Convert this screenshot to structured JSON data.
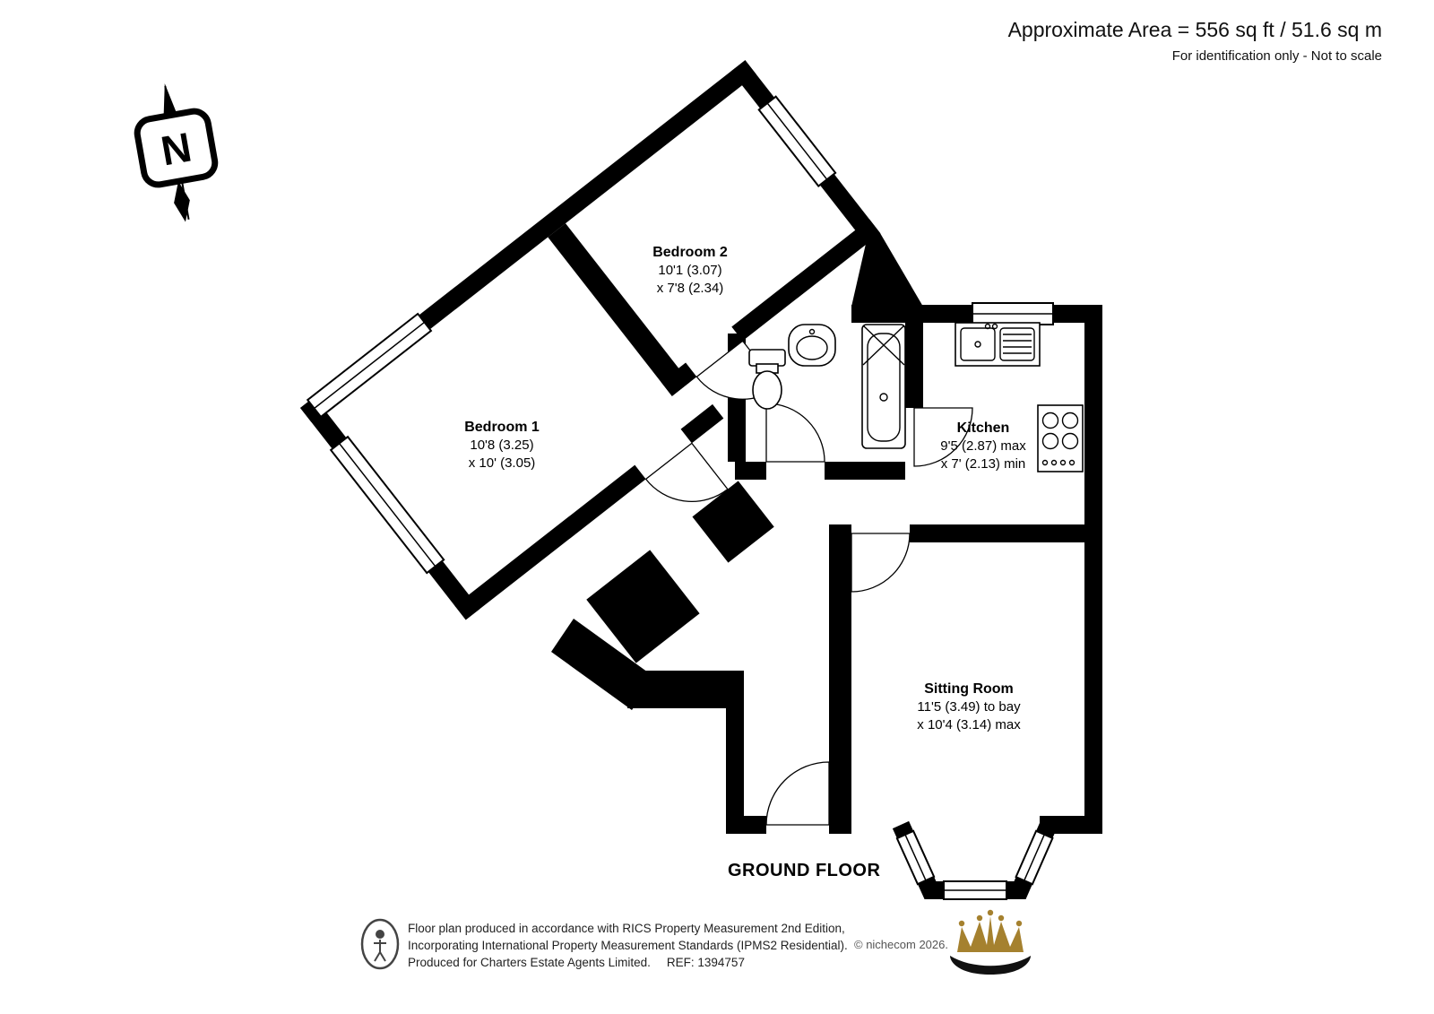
{
  "header": {
    "area": "Approximate Area = 556 sq ft / 51.6 sq m",
    "note": "For identification only - Not to scale"
  },
  "compass": {
    "label": "N"
  },
  "floor_label": "GROUND FLOOR",
  "rooms": [
    {
      "name": "Bedroom 2",
      "dim1": "10'1 (3.07)",
      "dim2": "x 7'8 (2.34)"
    },
    {
      "name": "Bedroom 1",
      "dim1": "10'8 (3.25)",
      "dim2": "x 10' (3.05)"
    },
    {
      "name": "Kitchen",
      "dim1": "9'5 (2.87) max",
      "dim2": "x 7' (2.13) min"
    },
    {
      "name": "Sitting Room",
      "dim1": "11'5 (3.49) to bay",
      "dim2": "x 10'4 (3.14) max"
    }
  ],
  "footer": {
    "line1": "Floor plan produced in accordance with RICS Property Measurement 2nd Edition,",
    "line2": "Incorporating International Property Measurement Standards (IPMS2 Residential).",
    "line3": "Produced for Charters Estate Agents Limited.",
    "ref": "REF: 1394757",
    "copyright": "© nichecom 2026."
  },
  "colors": {
    "wall": "#000000",
    "crown_gold": "#a5812f",
    "logo_black": "#111111"
  }
}
